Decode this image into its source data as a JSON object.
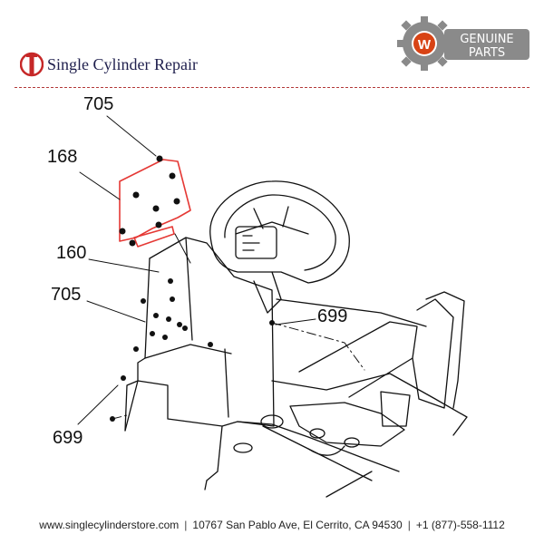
{
  "brand": {
    "name": "Single Cylinder Repair",
    "logo_icon": "single-cylinder-logo-icon",
    "accent_color": "#c62828"
  },
  "badge": {
    "line1": "GENUINE",
    "line2": "PARTS",
    "icon": "gear-w-icon",
    "color": "#8a8a8a"
  },
  "callouts": {
    "c705_top": "705",
    "c168": "168",
    "c160": "160",
    "c705_left": "705",
    "c699_right": "699",
    "c699_bottom": "699"
  },
  "highlight_color": "#e53935",
  "footer": {
    "website": "www.singlecylinderstore.com",
    "address": "10767 San Pablo Ave, El Cerrito, CA 94530",
    "phone": "+1 (877)-558-1112"
  }
}
